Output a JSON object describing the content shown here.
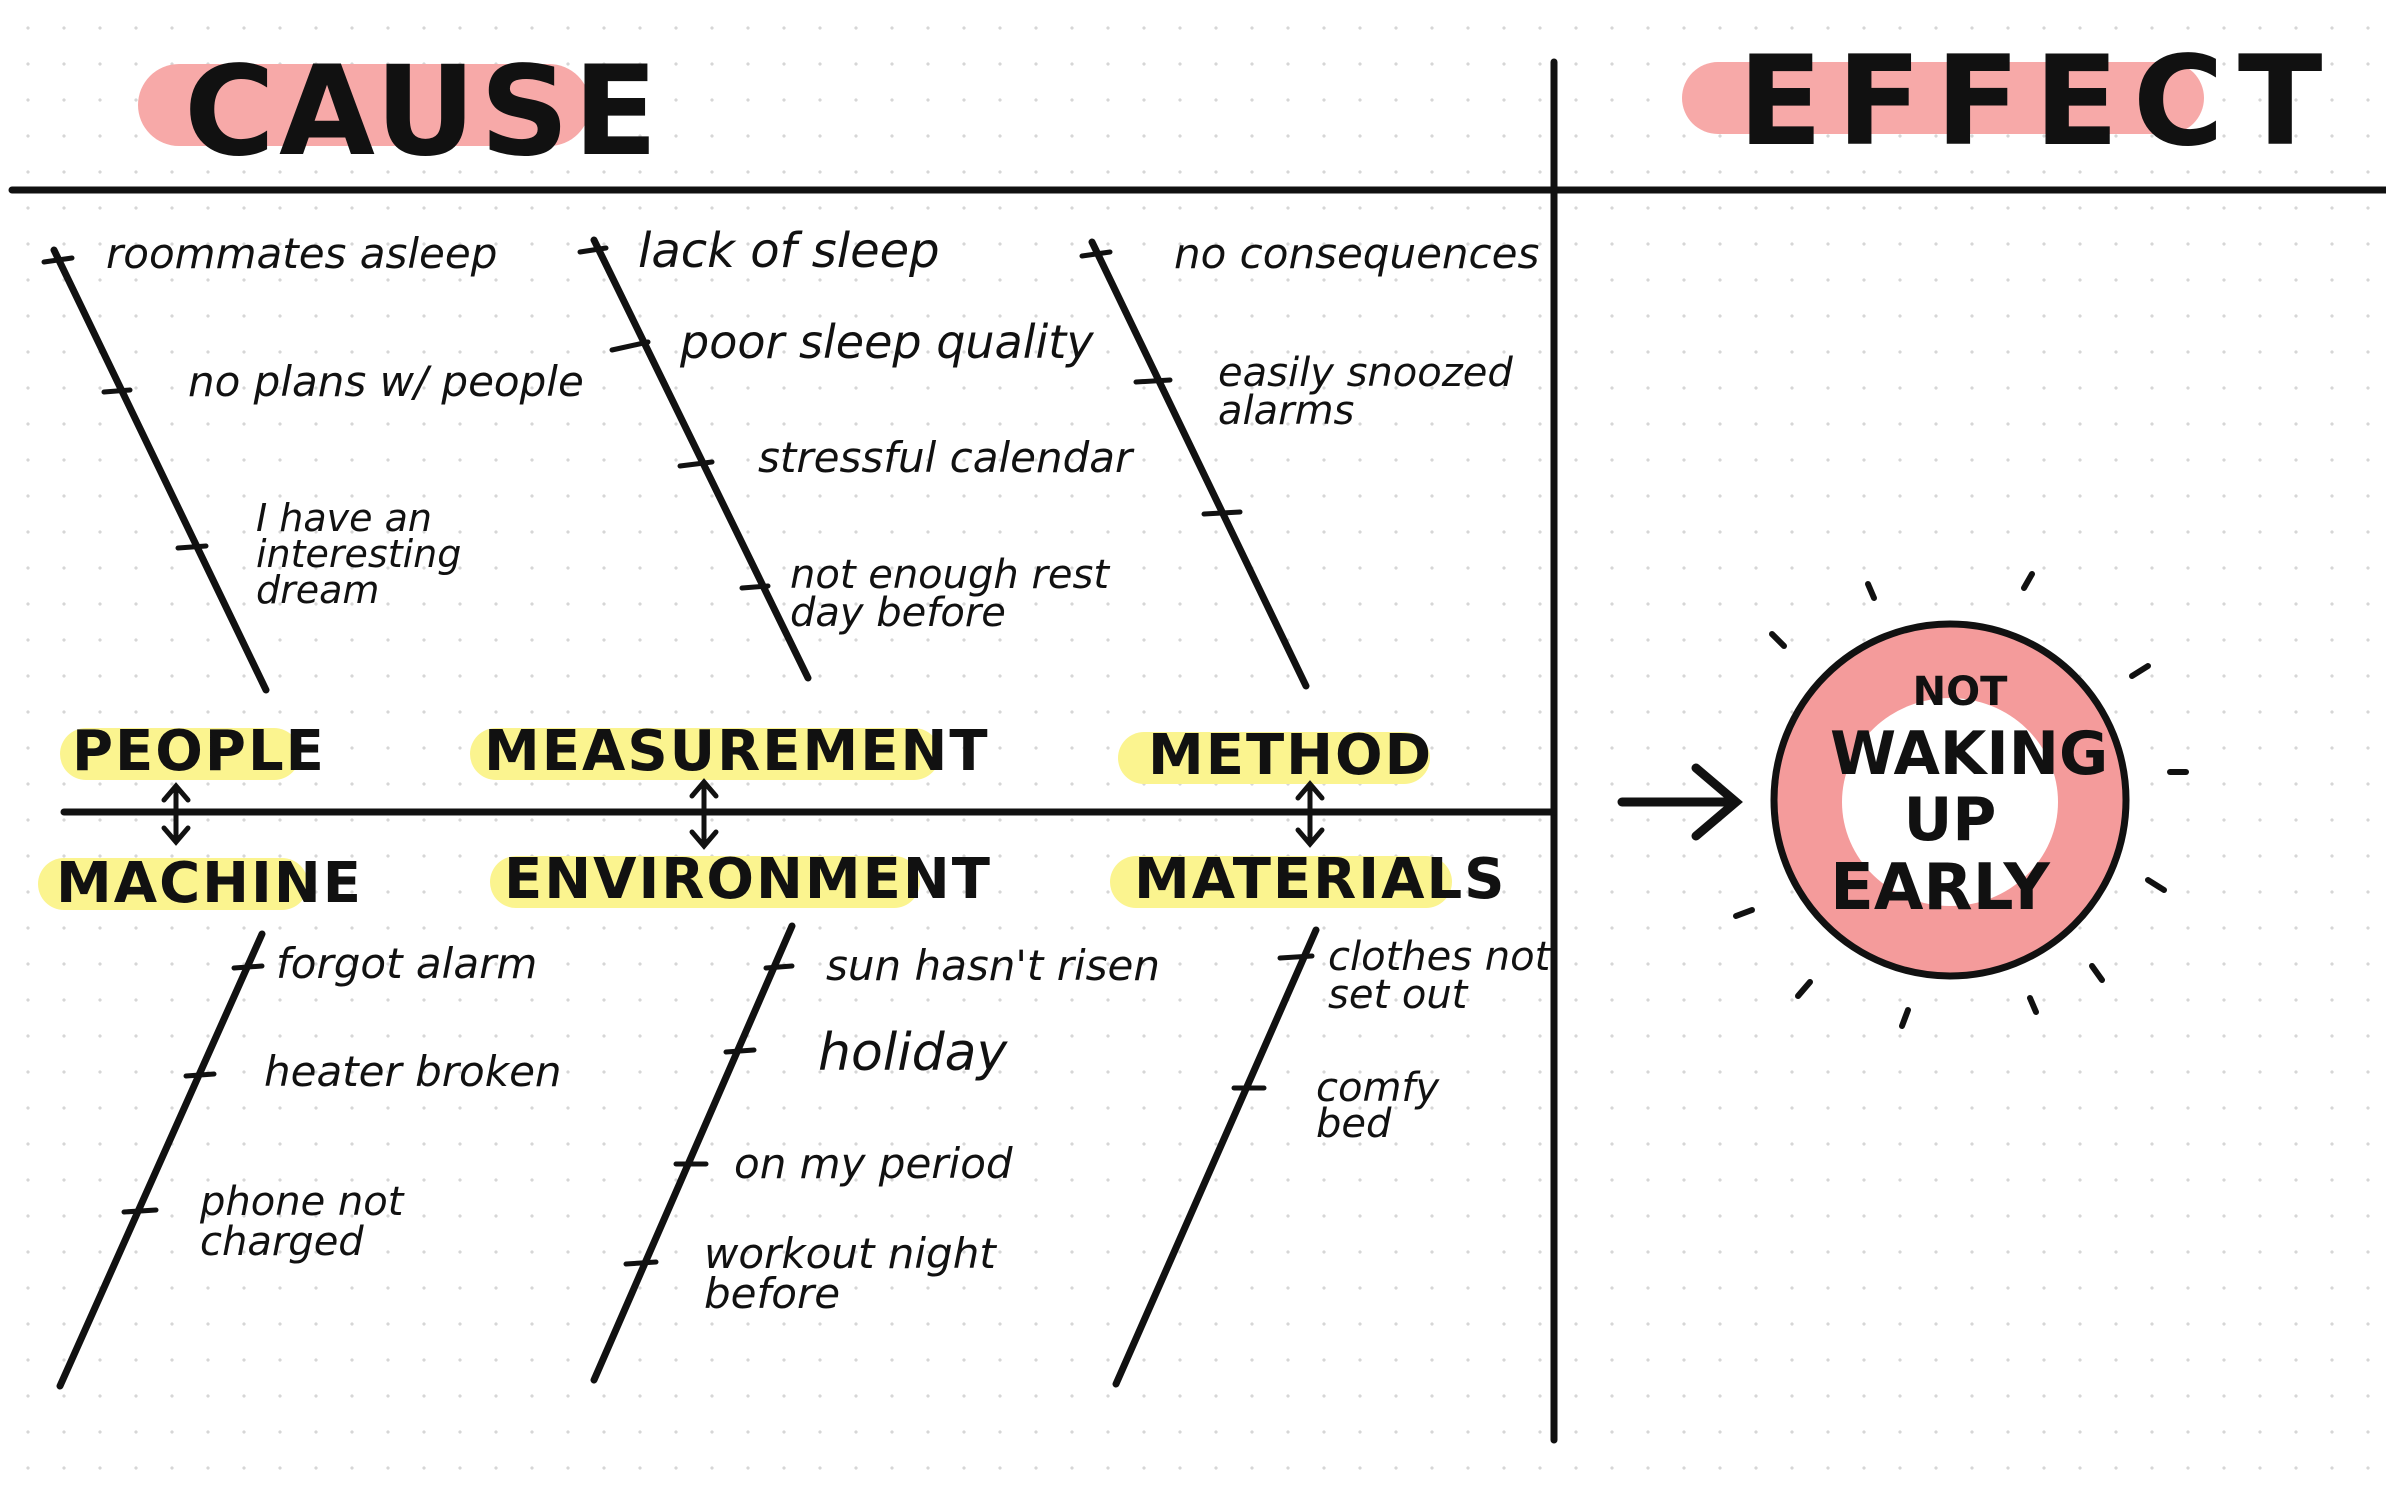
{
  "headers": {
    "cause": "CAUSE",
    "effect": "EFFECT"
  },
  "categories": {
    "people": "PEOPLE",
    "measurement": "MEASUREMENT",
    "method": "METHOD",
    "machine": "MACHINE",
    "environment": "ENVIRONMENT",
    "materials": "MATERIALS"
  },
  "causes": {
    "people": [
      "roommates asleep",
      "no plans w/ people",
      "I have an\ninteresting\ndream"
    ],
    "measurement": [
      "lack of sleep",
      "poor sleep quality",
      "stressful calendar",
      "not enough rest\nday before"
    ],
    "method": [
      "no consequences",
      "easily snoozed\nalarms"
    ],
    "machine": [
      "forgot alarm",
      "heater broken",
      "phone not\ncharged"
    ],
    "environment": [
      "sun hasn't risen",
      "holiday",
      "on my period",
      "workout night\nbefore"
    ],
    "materials": [
      "clothes not\nset out",
      "comfy\nbed"
    ]
  },
  "effect": {
    "line1": "NOT",
    "line2": "WAKING",
    "line3": "UP",
    "line4": "EARLY"
  },
  "colors": {
    "pink_highlight": "#f7a9a8",
    "yellow_highlight": "#fbf48f",
    "effect_circle": "#f49b9b",
    "ink": "#111111"
  }
}
